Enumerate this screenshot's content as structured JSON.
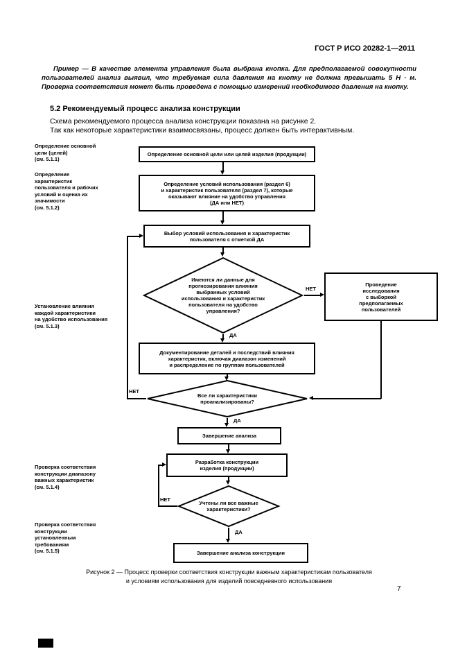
{
  "doc": {
    "header": "ГОСТ Р ИСО 20282-1—2011",
    "example": "Пример — В качестве элемента управления была выбрана кнопка. Для предполагаемой совокупности пользователей анализ выявил, что требуемая сила давления на кнопку не должна превышать 5 Н · м. Проверка соответствия может быть проведена с помощью измерений необходимого давления на кнопку.",
    "heading": "5.2  Рекомендуемый процесс анализа конструкции",
    "para1": "Схема рекомендуемого процесса анализа конструкции показана на рисунке 2.",
    "para2": "Так как некоторые характеристики взаимосвязаны, процесс должен быть интерактивным.",
    "page_number": "7"
  },
  "fig": {
    "caption": "Рисунок 2 — Процесс проверки соответствия конструкции важным характеристикам пользователя\nи условиям использования для изделий повседневного использования",
    "yes": "ДА",
    "no": "НЕТ",
    "side_labels": [
      "Определение основной\nцели (целей)\n(см. 5.1.1)",
      "Определение\nхарактеристик\nпользователя и рабочих\nусловий и оценка их\nзначимости\n(см. 5.1.2)",
      "Установление влияния\nкаждой характеристики\nна удобство использования\n(см. 5.1.3)",
      "Проверка соответствия\nконструкции диапазону\nважных характеристик\n(см. 5.1.4)",
      "Проверка соответствия\nконструкции\nустановленным\nтребованиям\n(см. 5.1.5)"
    ],
    "nodes": {
      "define_goal": "Определение основной цели или целей изделия (продукции)",
      "define_conditions": "Определение условий использования (раздел 6)\nи характеристик пользователя (раздел 7), которые\nоказывают влияние на удобство управления\n(ДА или НЕТ)",
      "select_conditions": "Выбор условий использования и характеристик\nпользователя с отметкой ДА",
      "data_available": "Имеются ли данные для\nпрогнозирования влияния\nвыбранных условий\nиспользования и характеристик\nпользователя на удобство\nуправления?",
      "conduct_study": "Проведение\nисследования\nс выборкой\nпредполагаемых\nпользователей",
      "document_details": "Документирование деталей и последствий влияния\nхарактеристик, включая диапазон изменений\nи распределение по группам пользователей",
      "all_analyzed": "Все ли характеристики\nпроанализированы?",
      "complete_analysis": "Завершение анализа",
      "develop_design": "Разработка конструкции\nизделия (продукции)",
      "all_considered": "Учтены ли все важные\nхарактеристики?",
      "complete_design_analysis": "Завершение анализа конструкции"
    }
  }
}
